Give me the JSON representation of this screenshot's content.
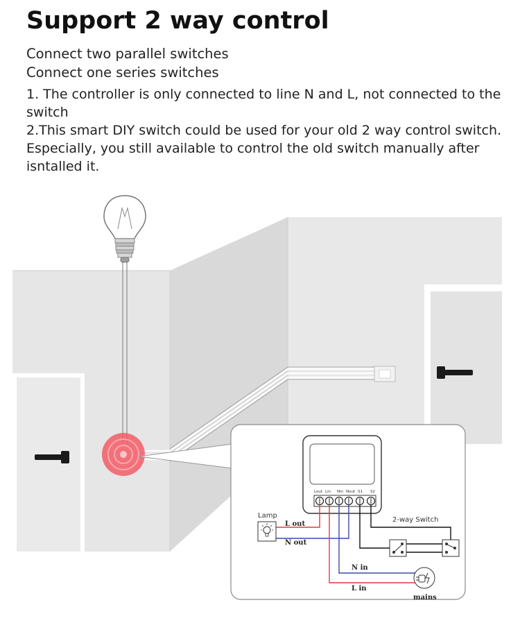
{
  "header": {
    "title": "Support 2 way control",
    "subtitle_line1": "Connect two parallel switches",
    "subtitle_line2": "Connect one series switches",
    "note1": "1. The controller is only connected to line N and L, not connected to the switch",
    "note2": "2.This smart DIY switch could be used for your old 2 way control switch. Especially, you still available to control the old switch manually after isntalled it."
  },
  "diagram": {
    "terminals": {
      "l_out": "Lout",
      "l_in": "Lin",
      "n_in": "Nin",
      "n_out": "Nout",
      "s1": "S1",
      "s2": "S2"
    },
    "labels": {
      "lamp": "Lamp",
      "l_out": "L out",
      "n_out": "N out",
      "two_way_switch": "2-way Switch",
      "n_in": "N in",
      "l_in": "L in",
      "mains": "mains"
    },
    "colors": {
      "l_wire": "#e53935",
      "n_wire": "#3949ab",
      "s_wire": "#111111",
      "highlight": "#f25c66"
    },
    "icons": [
      "light-bulb-icon",
      "lamp-icon",
      "switch-icon",
      "mains-plug-icon",
      "door-handle-icon"
    ]
  }
}
